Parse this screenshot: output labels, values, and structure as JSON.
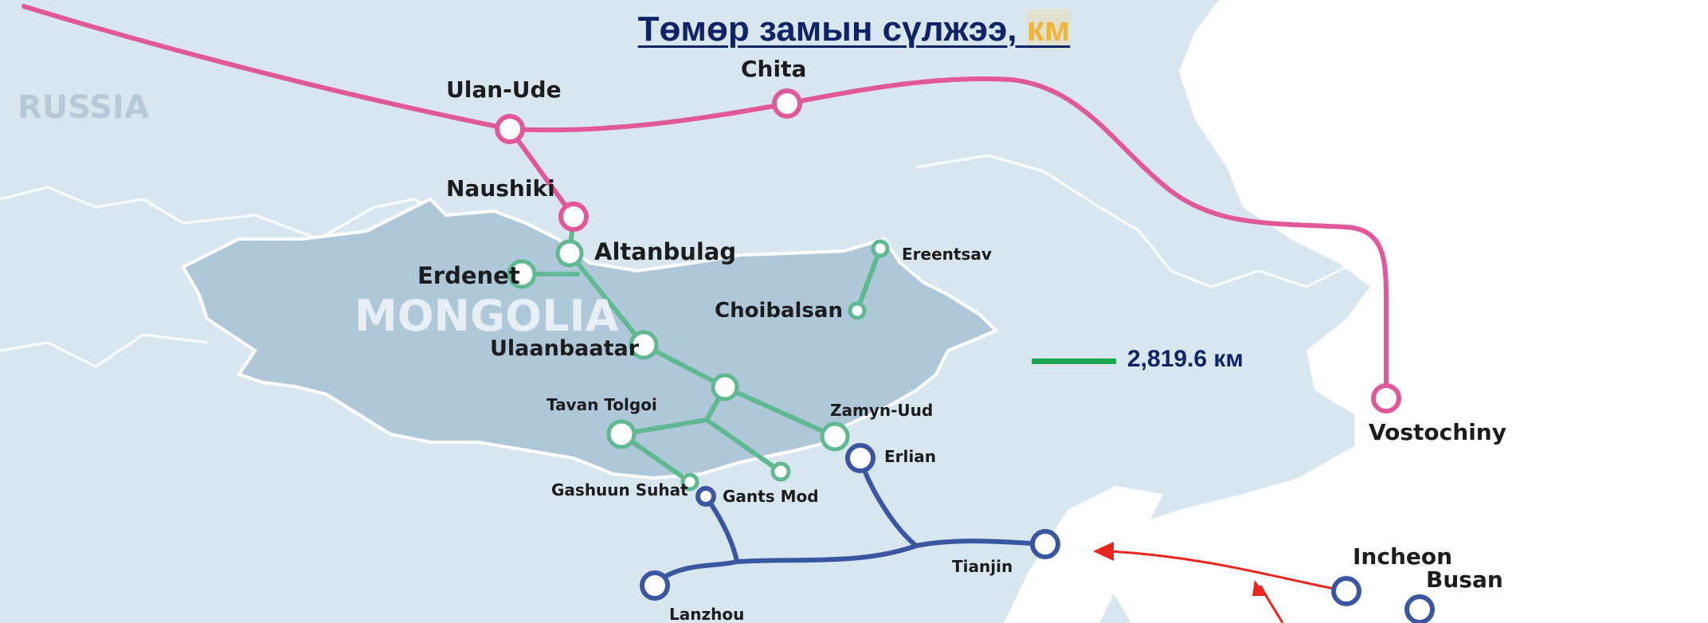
{
  "title": {
    "main": "Төмөр замын сүлжээ, ",
    "unit": "км"
  },
  "colors": {
    "sea": "#d8e6f0",
    "land": "#ffffff",
    "mongolia": "#aec7d9",
    "russia_rail": "#e0589a",
    "mongolia_rail": "#5fb890",
    "china_rail": "#3a56a0",
    "korea_route": "#e8261e",
    "legend_line": "#1aa84e"
  },
  "countries": {
    "russia": "RUSSIA",
    "mongolia": "MONGOLIA"
  },
  "legend": {
    "length_text": "2,819.6 км"
  },
  "stations": {
    "ulan_ude": "Ulan-Ude",
    "chita": "Chita",
    "naushiki": "Naushiki",
    "vostochiny": "Vostochiny",
    "altanbulag": "Altanbulag",
    "erdenet": "Erdenet",
    "ereentsav": "Ereentsav",
    "choibalsan": "Choibalsan",
    "ulaanbaatar": "Ulaanbaatar",
    "tavan_tolgoi": "Tavan Tolgoi",
    "zamyn_uud": "Zamyn-Uud",
    "gashuun_suhat": "Gashuun Suhat",
    "gants_mod": "Gants Mod",
    "erlian": "Erlian",
    "tianjin": "Tianjin",
    "lanzhou": "Lanzhou",
    "incheon": "Incheon",
    "busan": "Busan"
  }
}
